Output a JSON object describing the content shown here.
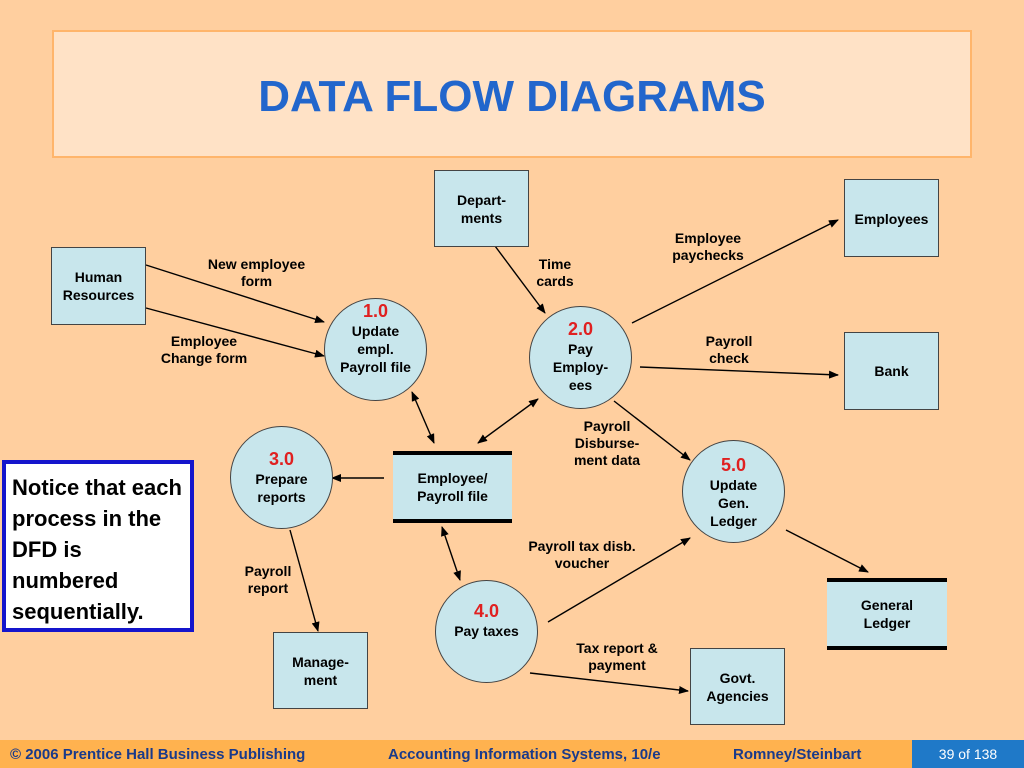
{
  "title": "DATA FLOW DIAGRAMS",
  "entities": {
    "human_resources": "Human Resources",
    "departments": "Depart- ments",
    "employees": "Employees",
    "bank": "Bank",
    "management": "Manage- ment",
    "govt_agencies": "Govt. Agencies"
  },
  "processes": {
    "p1": {
      "num": "1.0",
      "text": "Update empl. Payroll file"
    },
    "p2": {
      "num": "2.0",
      "text": "Pay Employ- ees"
    },
    "p3": {
      "num": "3.0",
      "text": "Prepare reports"
    },
    "p4": {
      "num": "4.0",
      "text": "Pay taxes"
    },
    "p5": {
      "num": "5.0",
      "text": "Update Gen. Ledger"
    }
  },
  "stores": {
    "employee_payroll_file": "Employee/ Payroll file",
    "general_ledger": "General Ledger"
  },
  "flows": {
    "new_employee_form": "New employee form",
    "employee_change_form": "Employee Change form",
    "time_cards": "Time cards",
    "employee_paychecks": "Employee paychecks",
    "payroll_check": "Payroll check",
    "payroll_disbursement_data": "Payroll Disburse- ment data",
    "payroll_report": "Payroll report",
    "payroll_tax_disb_voucher": "Payroll tax disb. voucher",
    "tax_report_payment": "Tax report & payment"
  },
  "notice": "Notice that each process in the DFD is numbered sequentially.",
  "footer": {
    "copyright": "© 2006 Prentice Hall Business Publishing",
    "book": "Accounting Information Systems, 10/e",
    "authors": "Romney/Steinbart",
    "page": "39 of 138"
  }
}
